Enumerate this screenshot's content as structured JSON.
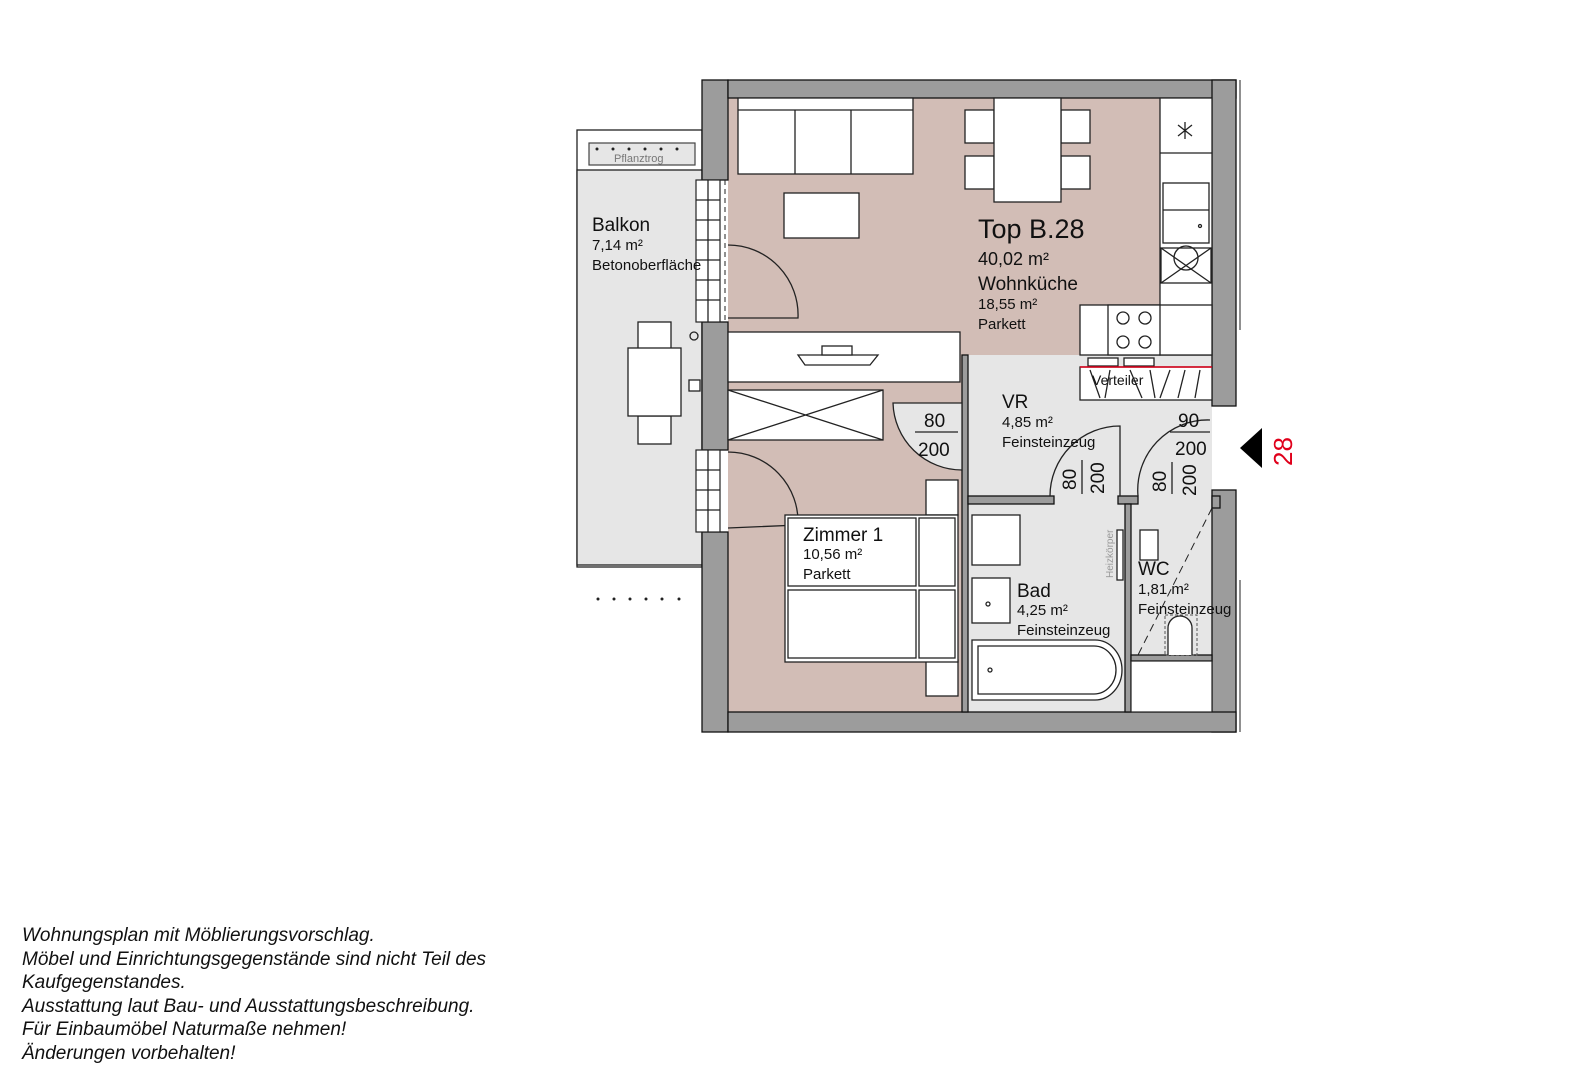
{
  "unit": {
    "name": "Top B.28",
    "total_area": "40,02 m²",
    "entry_number": "28"
  },
  "rooms": {
    "wohnkueche": {
      "name": "Wohnküche",
      "area": "18,55 m²",
      "floor": "Parkett"
    },
    "balkon": {
      "name": "Balkon",
      "area": "7,14 m²",
      "floor": "Betonoberfläche"
    },
    "vr": {
      "name": "VR",
      "area": "4,85 m²",
      "floor": "Feinsteinzeug"
    },
    "zimmer1": {
      "name": "Zimmer 1",
      "area": "10,56 m²",
      "floor": "Parkett"
    },
    "bad": {
      "name": "Bad",
      "area": "4,25 m²",
      "floor": "Feinsteinzeug"
    },
    "wc": {
      "name": "WC",
      "area": "1,81 m²",
      "floor": "Feinsteinzeug"
    }
  },
  "labels": {
    "pflanztrog": "Pflanztrog",
    "verteiler": "Verteiler",
    "heizkoerper": "Heizkörper"
  },
  "doors": [
    {
      "width": "80",
      "height": "200"
    },
    {
      "width": "80",
      "height": "200"
    },
    {
      "width": "90",
      "height": "200"
    },
    {
      "width": "80",
      "height": "200"
    }
  ],
  "notes": [
    "Wohnungsplan mit Möblierungsvorschlag.",
    "Möbel und Einrichtungsgegenstände sind nicht Teil des",
    "Kaufgegenstandes.",
    "Ausstattung laut Bau- und Ausstattungsbeschreibung.",
    "Für Einbaumöbel Naturmaße nehmen!",
    "Änderungen vorbehalten!"
  ],
  "colors": {
    "living_floor": "#d2bdb6",
    "tile_floor": "#e6e6e6",
    "wall": "#9c9c9c",
    "entry_number": "#e0001b"
  }
}
